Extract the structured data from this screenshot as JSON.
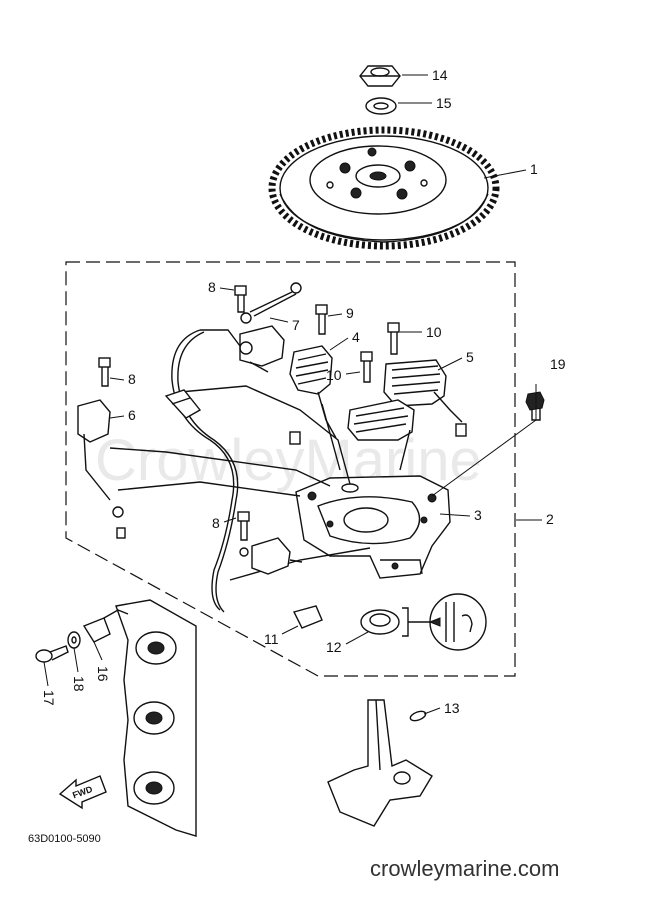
{
  "watermark": "CrowleyMarine",
  "site_footer": "crowleymarine.com",
  "diagram_code": "63D0100-5090",
  "fwd_label": "FWD",
  "callouts": {
    "c1": "1",
    "c2": "2",
    "c3": "3",
    "c4": "4",
    "c5": "5",
    "c6": "6",
    "c7": "7",
    "c8a": "8",
    "c8b": "8",
    "c8c": "8",
    "c9": "9",
    "c10a": "10",
    "c10b": "10",
    "c11": "11",
    "c12": "12",
    "c13": "13",
    "c14": "14",
    "c15": "15",
    "c16": "16",
    "c17": "17",
    "c18": "18",
    "c19": "19"
  }
}
